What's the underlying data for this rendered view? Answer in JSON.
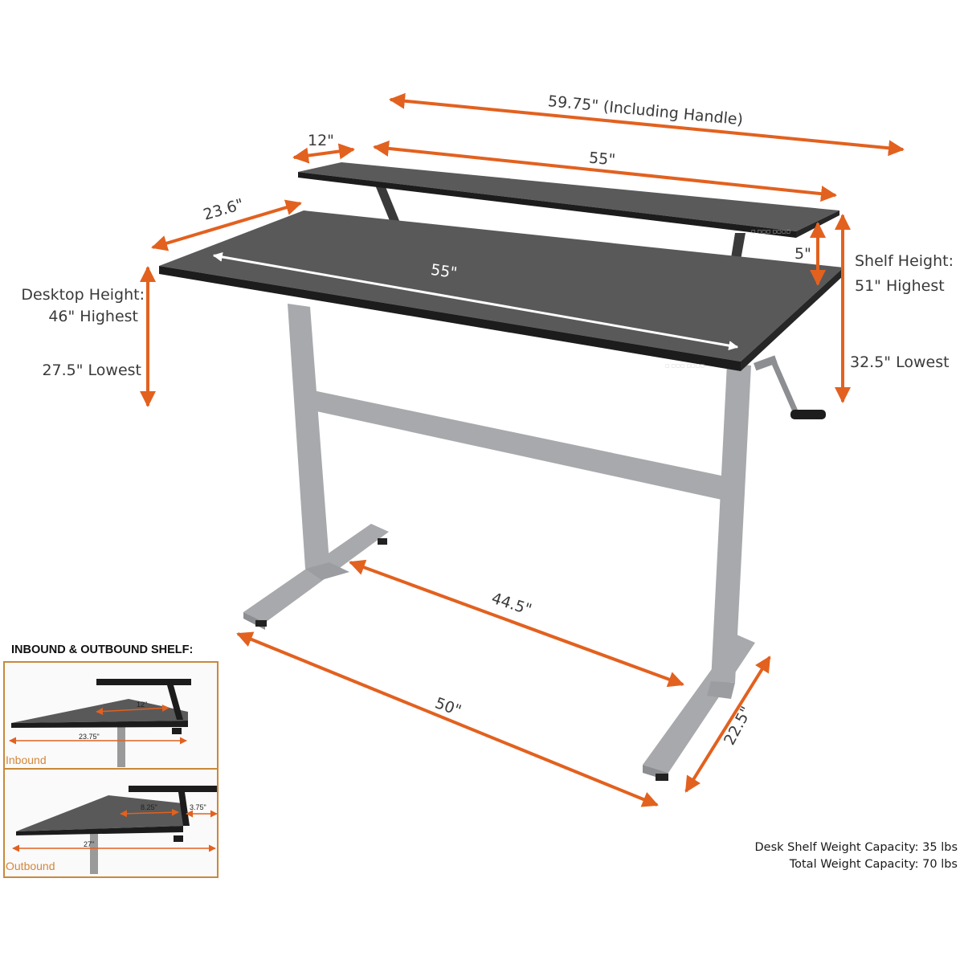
{
  "dimensions": {
    "overall_width": "59.75\" (Including Handle)",
    "shelf_depth": "12\"",
    "shelf_width": "55\"",
    "desk_depth": "23.6\"",
    "desk_width": "55\"",
    "shelf_gap": "5\"",
    "base_width": "50\"",
    "inner_leg_span": "44.5\"",
    "foot_depth": "22.5\""
  },
  "desktop_height": {
    "title": "Desktop Height:",
    "highest": "46\" Highest",
    "lowest": "27.5\" Lowest"
  },
  "shelf_height": {
    "title": "Shelf Height:",
    "highest": "51\" Highest",
    "lowest": "32.5\" Lowest"
  },
  "inset": {
    "title": "INBOUND & OUTBOUND SHELF:",
    "inbound": {
      "label": "Inbound",
      "shelf_dim": "12\"",
      "desk_dim": "23.75\""
    },
    "outbound": {
      "label": "Outbound",
      "shelf_dim": "8.25\"",
      "overhang_dim": "3.75\"",
      "desk_dim": "27\""
    }
  },
  "capacity": {
    "shelf": "Desk Shelf Weight Capacity: 35 lbs",
    "total": "Total Weight Capacity: 70 lbs"
  },
  "colors": {
    "arrow": "#e2611f",
    "desktop": "#595959",
    "desktop_edge": "#1c1c1c",
    "frame": "#a7a9ac",
    "inset_border": "#c9893b",
    "inset_label": "#d4873a"
  }
}
